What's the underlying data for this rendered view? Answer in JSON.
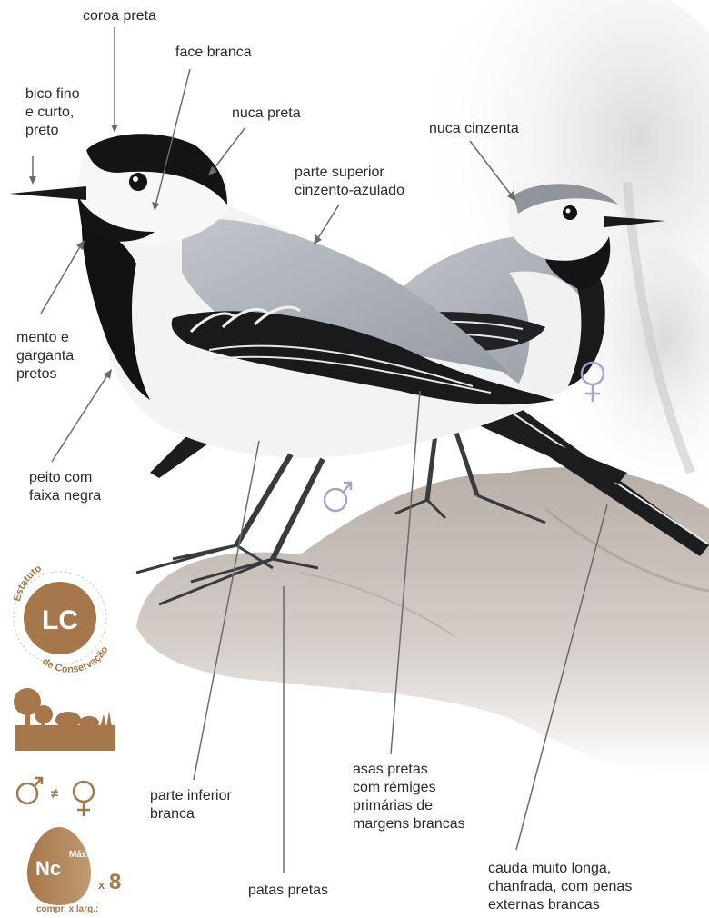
{
  "labels": {
    "crown": "coroa preta",
    "face": "face branca",
    "bill": "bico fino\ne curto,\npreto",
    "nape_male": "nuca preta",
    "upperparts": "parte superior\ncinzento-azulado",
    "nape_female": "nuca cinzenta",
    "chin": "mento e\ngarganta\npretos",
    "breast": "peito com\nfaixa negra",
    "underparts": "parte inferior\nbranca",
    "wings": "asas pretas\ncom rémiges\nprimárias de\nmargens brancas",
    "legs": "patas pretas",
    "tail": "cauda muito longa,\nchanfrada, com penas\nexternas brancas"
  },
  "status_badge": {
    "code": "LC",
    "arc_top": "Estatuto",
    "arc_bottom": "de Conservação"
  },
  "nest_badge": {
    "code": "Nc",
    "max_label": "Máximo",
    "multiplier": "x",
    "max_value": "8",
    "dims_label": "compr. x larg.:"
  },
  "symbols": {
    "male": "♂",
    "female": "♀",
    "not_equal": "≠"
  },
  "colors": {
    "badge_brown": "#a5774a",
    "symbol_lavender": "#a8a2cc",
    "bird_grey": "#a9adb3",
    "bird_black": "#151517",
    "rock": "#b9b2ad"
  }
}
